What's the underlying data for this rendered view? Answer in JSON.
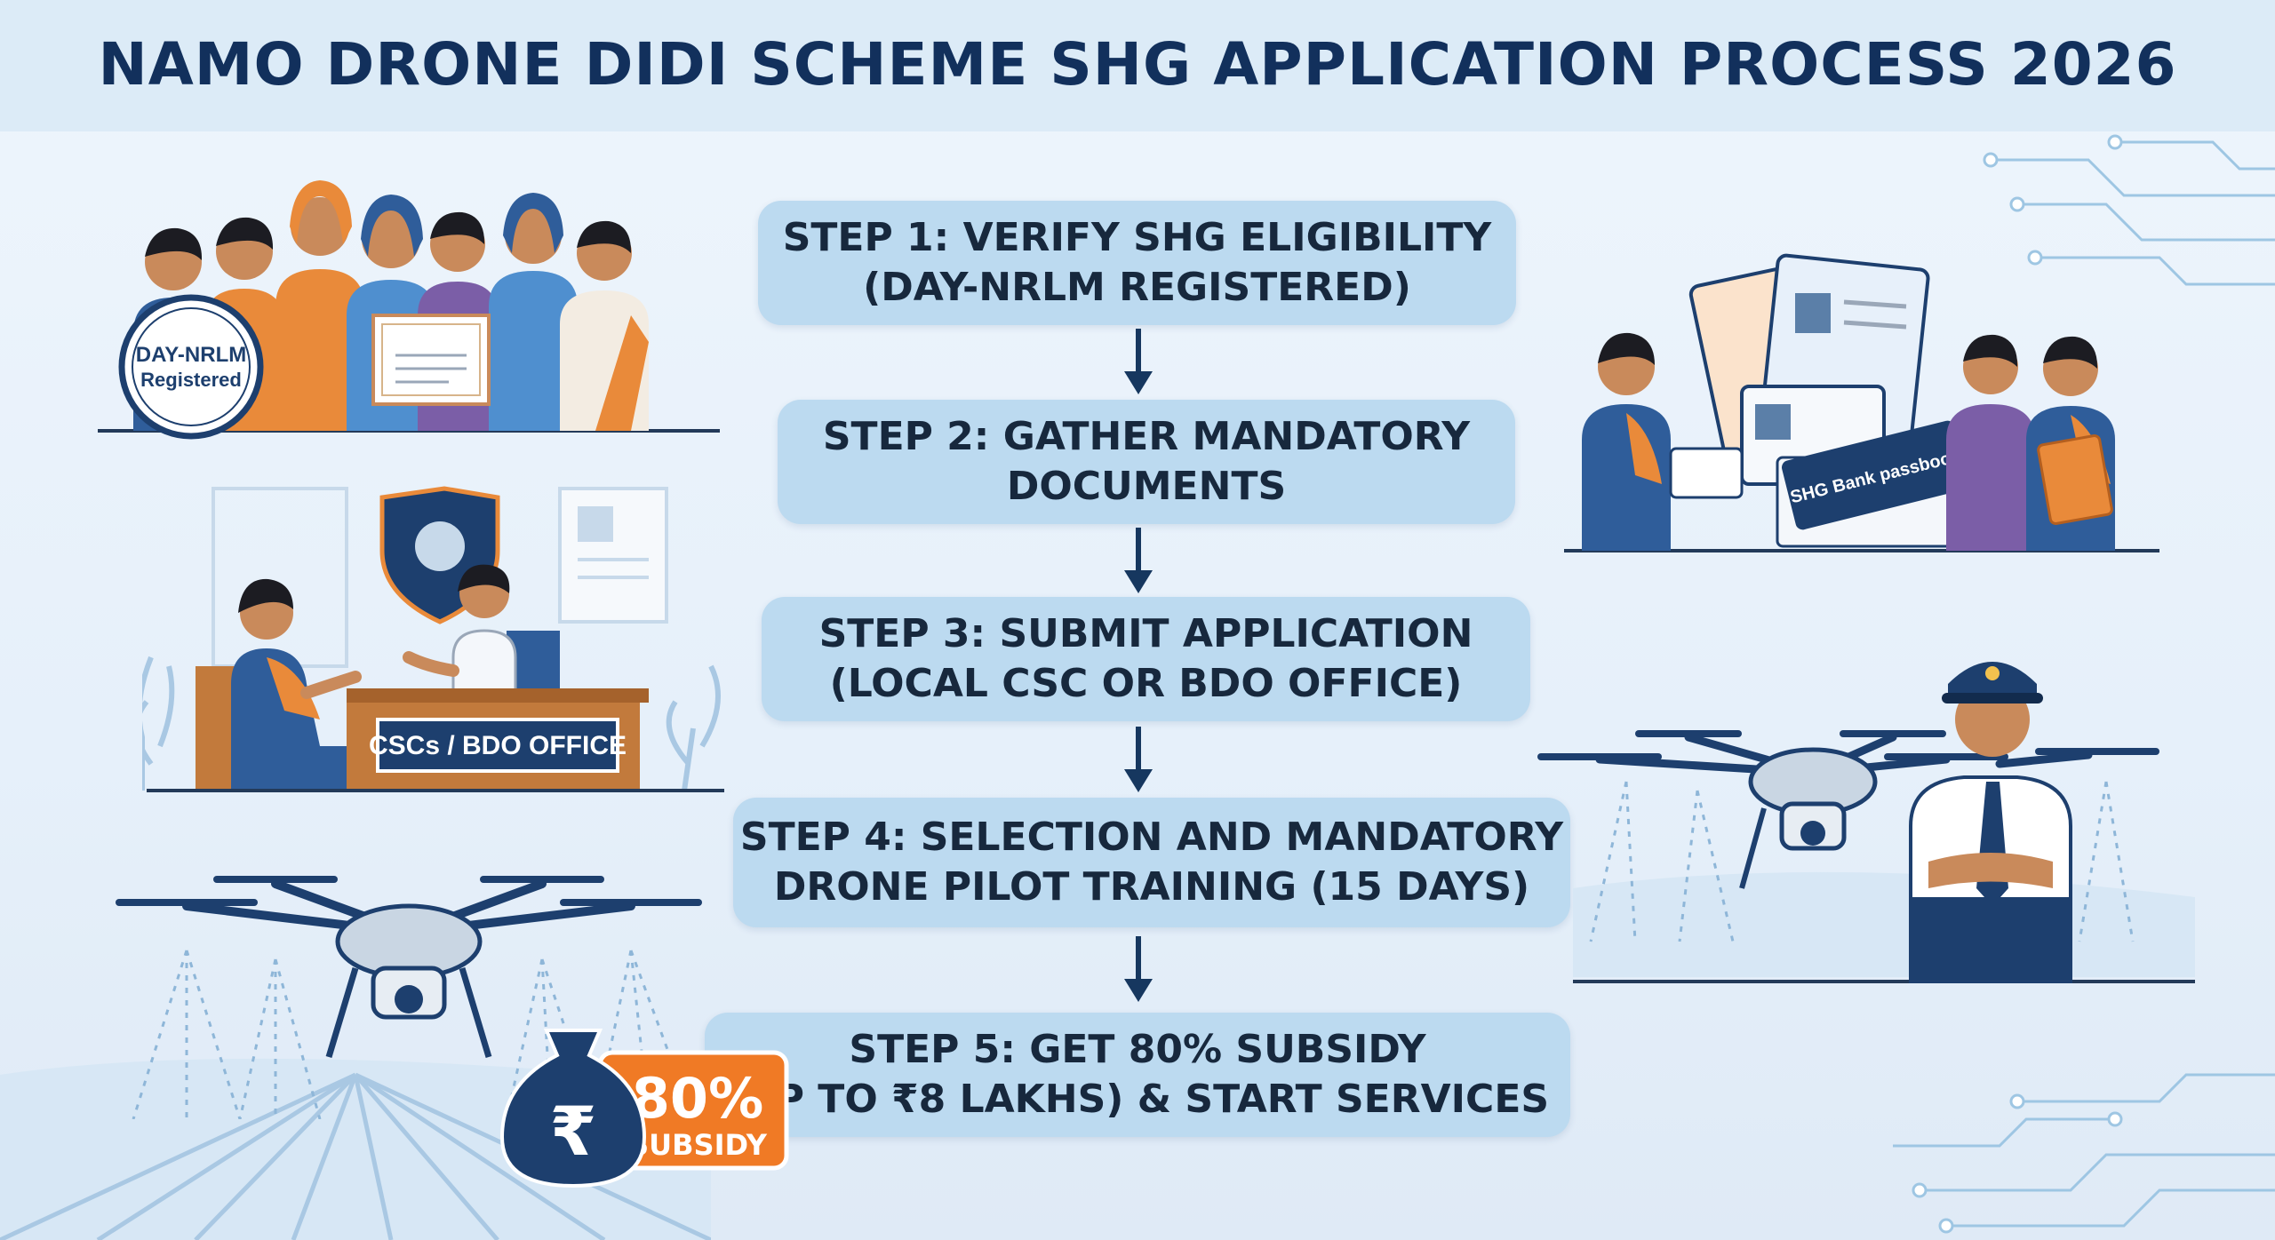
{
  "title": "NAMO DRONE DIDI SCHEME SHG APPLICATION PROCESS 2026",
  "steps": [
    {
      "line1": "STEP 1: VERIFY SHG ELIGIBILITY",
      "line2": "(DAY-NRLM REGISTERED)"
    },
    {
      "line1": "STEP 2: GATHER MANDATORY",
      "line2": "DOCUMENTS"
    },
    {
      "line1": "STEP 3: SUBMIT APPLICATION",
      "line2": "(LOCAL CSC OR BDO OFFICE)"
    },
    {
      "line1": "STEP 4: SELECTION AND MANDATORY",
      "line2": "DRONE PILOT TRAINING (15 DAYS)"
    },
    {
      "line1": "STEP 5: GET 80% SUBSIDY",
      "line2": "(UP TO ₹8 LAKHS) & START SERVICES"
    }
  ],
  "illustrations": {
    "seal_line1": "DAY-NRLM",
    "seal_line2": "Registered",
    "office_sign": "CSCs / BDO OFFICE",
    "passbook_label": "SHG Bank passbook",
    "subsidy_percent": "80%",
    "subsidy_word": "SUBSIDY",
    "rupee_symbol": "₹"
  },
  "colors": {
    "title": "#12305c",
    "step_box": "#bcdaf0",
    "arrow": "#16375f",
    "saree_blue": "#2f5d9a",
    "saree_orange": "#e98a3a",
    "subsidy_orange": "#f07a25",
    "bag_navy": "#1d3f6e"
  }
}
